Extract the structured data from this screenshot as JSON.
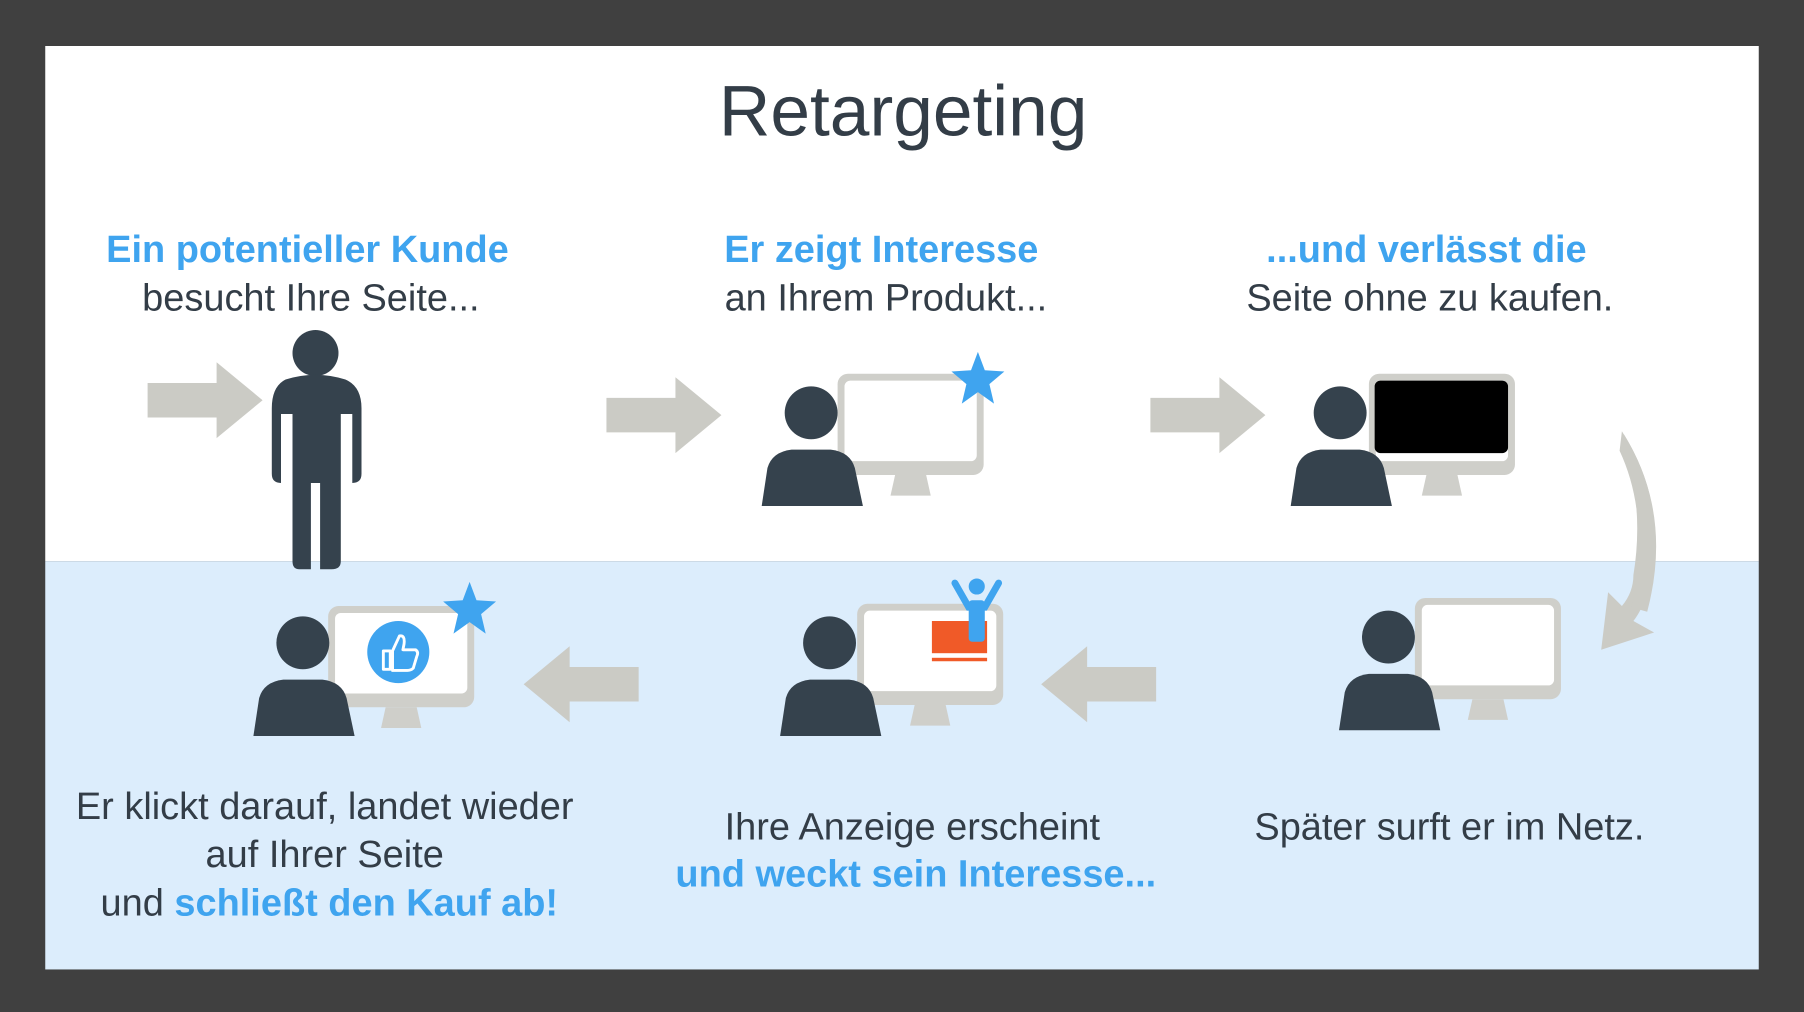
{
  "title": "Retargeting",
  "steps": [
    {
      "highlight": "Ein potentieller Kunde",
      "text": "besucht Ihre Seite..."
    },
    {
      "highlight": "Er zeigt Interesse",
      "text": "an Ihrem Produkt..."
    },
    {
      "highlight": "...und verlässt die",
      "text": "Seite ohne zu kaufen."
    },
    {
      "text": "Später surft er im Netz."
    },
    {
      "text": "Ihre Anzeige erscheint",
      "highlight": "und weckt sein Interesse..."
    },
    {
      "line1": "Er klickt darauf, landet wieder",
      "line2": "auf Ihrer Seite",
      "line3_prefix": "und ",
      "highlight": "schließt den Kauf ab!"
    }
  ],
  "colors": {
    "accent": "#3fa4ef",
    "dark": "#35424d",
    "arrow": "#cbcbc5",
    "lower_bg": "#dcedfc",
    "ad": "#f05a28"
  }
}
